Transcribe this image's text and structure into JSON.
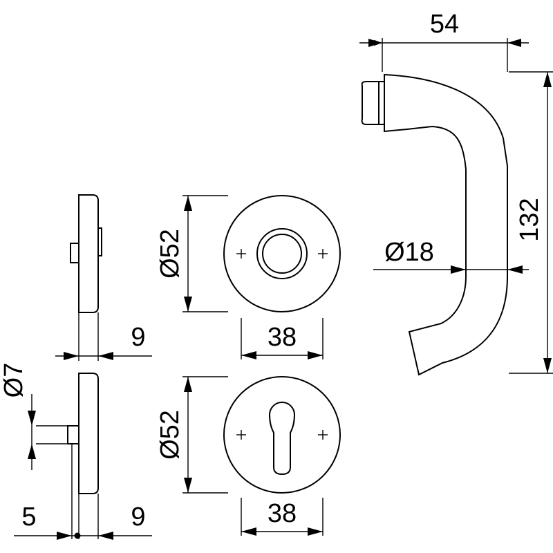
{
  "drawing": {
    "dimensions": {
      "handle_length": "54",
      "handle_height": "132",
      "handle_diameter": "Ø18",
      "rose_top_diameter": "Ø52",
      "rose_top_width": "38",
      "rose_bottom_diameter": "Ø52",
      "rose_bottom_width": "38",
      "side_top_thickness": "9",
      "side_pin_diameter": "Ø7",
      "side_bottom_offset": "5",
      "side_bottom_thickness": "9"
    }
  }
}
